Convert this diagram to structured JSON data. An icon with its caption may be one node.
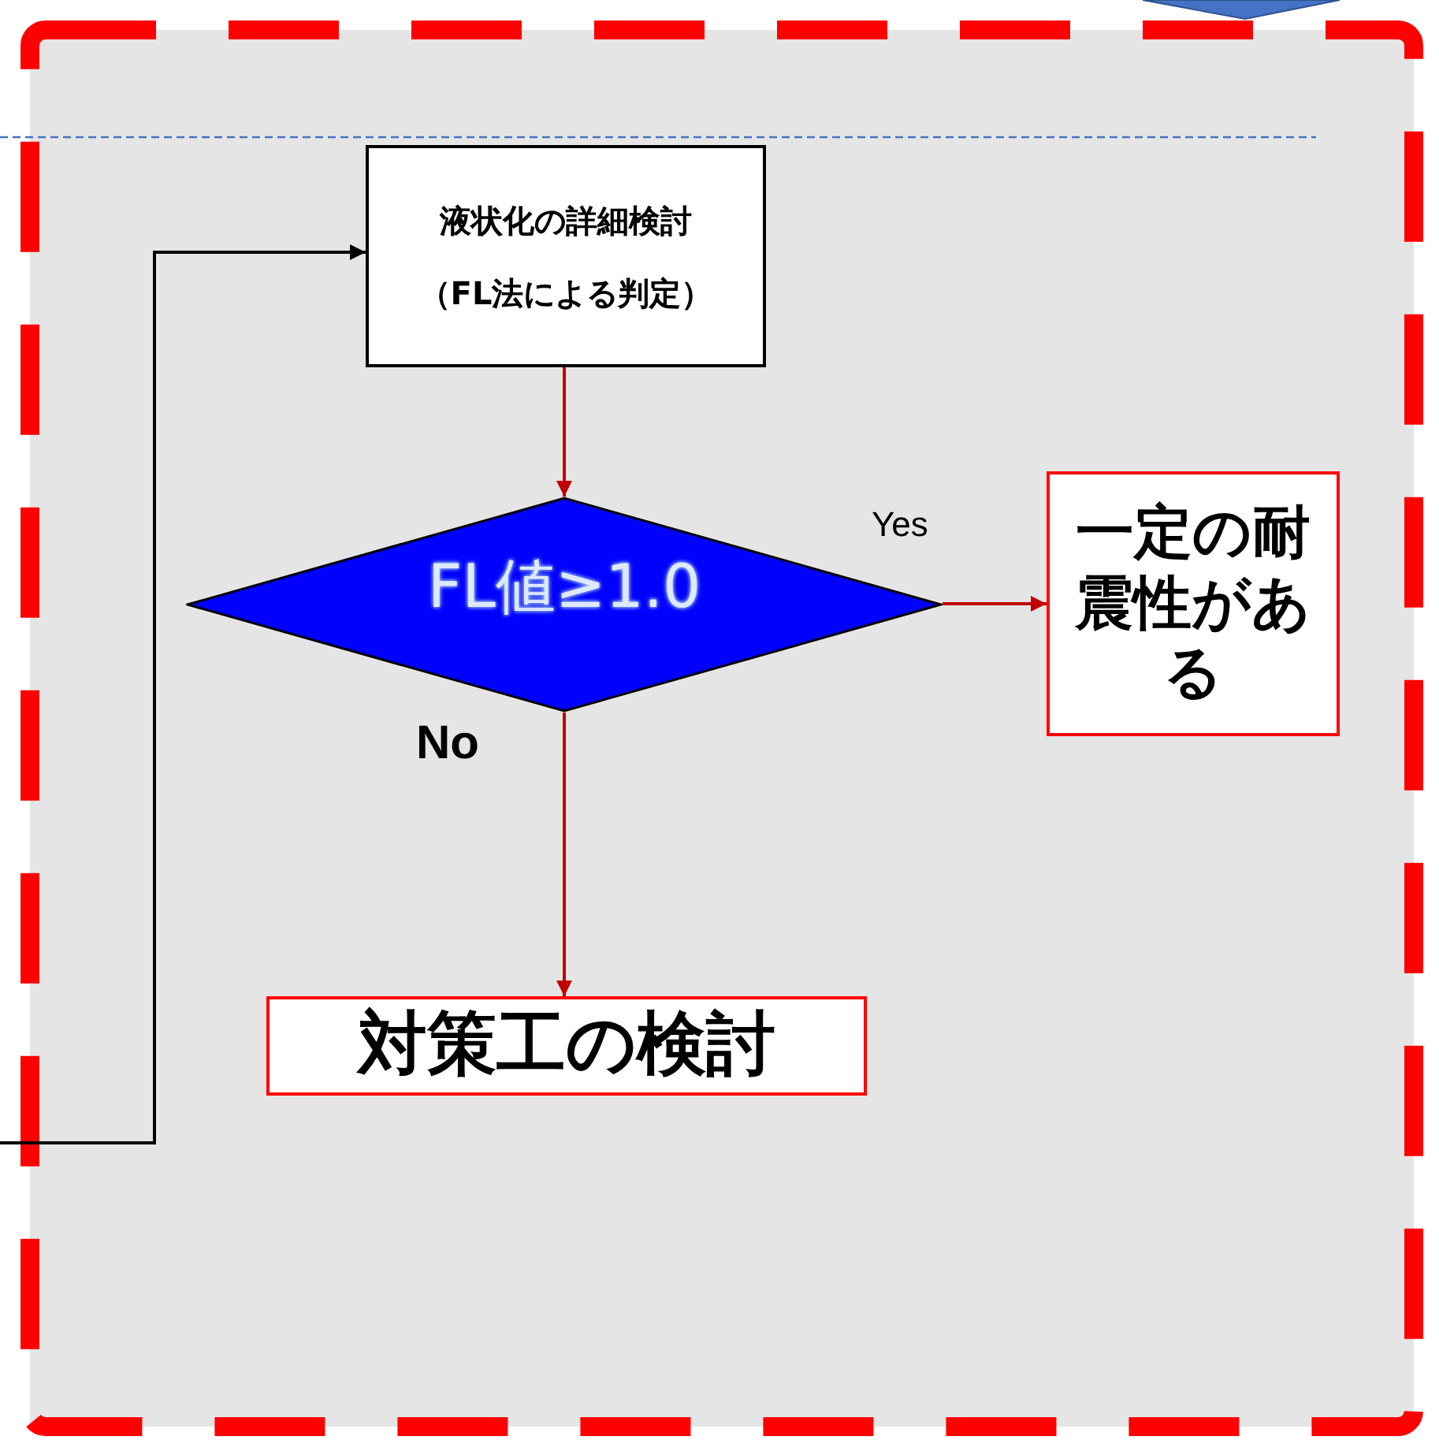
{
  "diagram": {
    "nodes": [
      {
        "text": [
          "液状化の詳細検討",
          "（FL法による判定）"
        ]
      },
      {
        "text": [
          "FL値≥1.0"
        ]
      },
      {
        "text": [
          "一定の耐震性がある"
        ]
      },
      {
        "text": [
          "対策工の検討"
        ]
      }
    ],
    "edges": [
      {
        "from": null,
        "to": 0,
        "arrow": "to",
        "color": "#000000"
      },
      {
        "from": 0,
        "to": 1,
        "arrow": "to"
      },
      {
        "from": 1,
        "to": 2,
        "arrow": "to",
        "label": "Yes"
      },
      {
        "from": 1,
        "to": 3,
        "arrow": "to",
        "label": "No"
      }
    ]
  }
}
